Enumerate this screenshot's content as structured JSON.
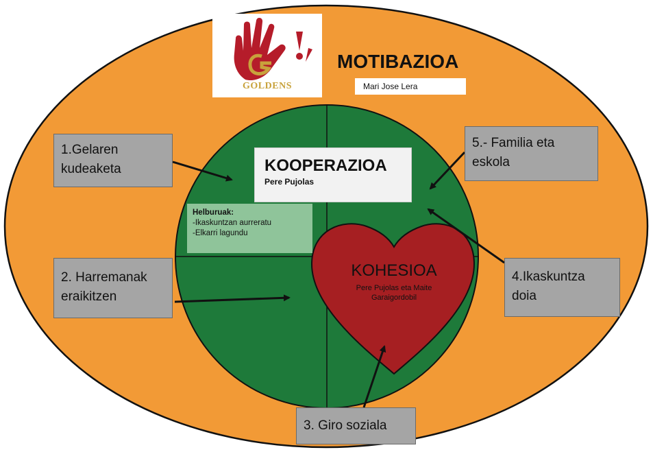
{
  "colors": {
    "ellipse": "#f29a36",
    "circle": "#1e7a3a",
    "heart": "#a61f22",
    "boxes": "#a5a5a5",
    "goals_box": "#8fc49a",
    "logo_hand": "#b51c2a",
    "logo_text": "#c8a23c"
  },
  "icons": {
    "logo": "goldens-hand-logo"
  },
  "logo_text": "GOLDENS",
  "title": "MOTIBAZIOA",
  "author": "Mari Jose Lera",
  "center": {
    "title": "KOOPERAZIOA",
    "subtitle": "Pere Pujolas"
  },
  "goals": {
    "title": "Helburuak:",
    "items": [
      "-Ikaskuntzan aurreratu",
      "-Elkarri lagundu"
    ]
  },
  "heart": {
    "title": "KOHESIOA",
    "subtitle_lines": [
      "Pere Pujolas eta Maite",
      "Garaigordobil"
    ]
  },
  "boxes": [
    {
      "lines": [
        "1.Gelaren",
        "kudeaketa"
      ]
    },
    {
      "lines": [
        "2. Harremanak",
        "eraikitzen"
      ]
    },
    {
      "lines": [
        "3. Giro soziala"
      ]
    },
    {
      "lines": [
        "4.Ikaskuntza",
        "doia"
      ]
    },
    {
      "lines": [
        "5.- Familia eta",
        "eskola"
      ]
    }
  ]
}
